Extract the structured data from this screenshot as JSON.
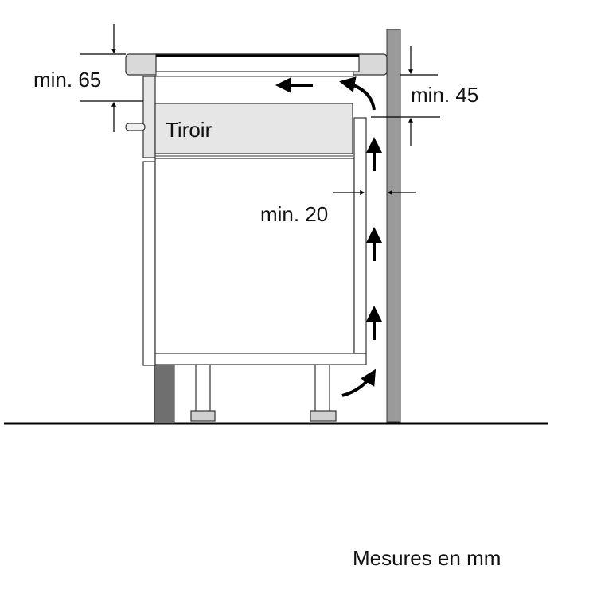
{
  "labels": {
    "min_65": "min. 65",
    "min_45": "min. 45",
    "min_20": "min. 20",
    "drawer": "Tiroir",
    "units_note": "Mesures en mm"
  },
  "colors": {
    "line": "#000000",
    "panel_fill": "#e6e6e6",
    "wall_fill": "#9a9a9a",
    "dark_panel": "#6f6f6f",
    "hob_fill": "#d9d9d9"
  }
}
